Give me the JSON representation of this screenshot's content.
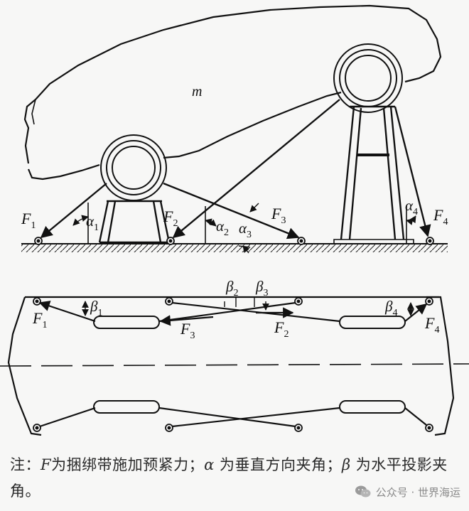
{
  "diagram": {
    "mass_label": "m",
    "side_view": {
      "forces": [
        {
          "symbol": "F",
          "subscript": "1"
        },
        {
          "symbol": "F",
          "subscript": "2"
        },
        {
          "symbol": "F",
          "subscript": "3"
        },
        {
          "symbol": "F",
          "subscript": "4"
        }
      ],
      "angles": [
        {
          "symbol": "α",
          "subscript": "1"
        },
        {
          "symbol": "α",
          "subscript": "2"
        },
        {
          "symbol": "α",
          "subscript": "3"
        },
        {
          "symbol": "α",
          "subscript": "4"
        }
      ]
    },
    "top_view": {
      "forces": [
        {
          "symbol": "F",
          "subscript": "1"
        },
        {
          "symbol": "F",
          "subscript": "2"
        },
        {
          "symbol": "F",
          "subscript": "3"
        },
        {
          "symbol": "F",
          "subscript": "4"
        }
      ],
      "angles": [
        {
          "symbol": "β",
          "subscript": "1"
        },
        {
          "symbol": "β",
          "subscript": "2"
        },
        {
          "symbol": "β",
          "subscript": "3"
        },
        {
          "symbol": "β",
          "subscript": "4"
        }
      ]
    }
  },
  "caption": {
    "prefix": "注：",
    "F": "F",
    "F_desc": "为捆绑带施加预紧力；",
    "alpha": "α",
    "alpha_desc": " 为垂直方向夹角；",
    "beta": "β",
    "beta_desc": " 为水平投影夹角。"
  },
  "watermark": {
    "icon": "wechat-icon",
    "text": "公众号 · 世界海运"
  },
  "colors": {
    "ink": "#111111",
    "background": "#f7f7f6",
    "watermark": "#8a8a8a"
  }
}
